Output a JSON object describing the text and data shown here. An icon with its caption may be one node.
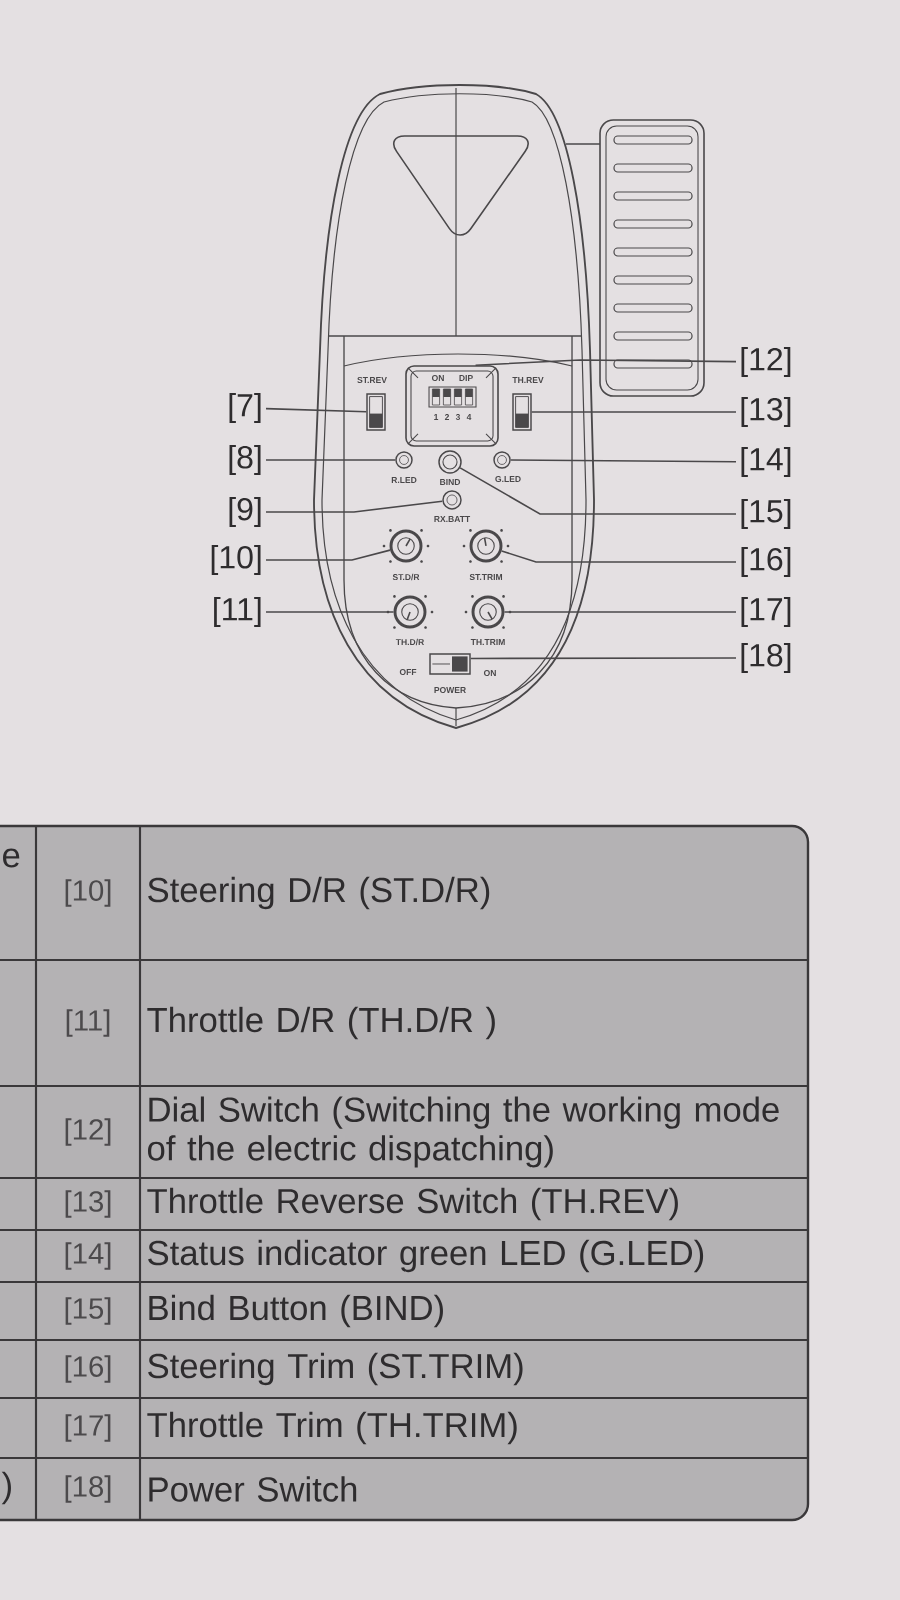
{
  "diagram": {
    "nodes": [
      {
        "text": [
          "[7]"
        ]
      },
      {
        "text": [
          "[8]"
        ]
      },
      {
        "text": [
          "[9]"
        ]
      },
      {
        "text": [
          "[10]"
        ]
      },
      {
        "text": [
          "[11]"
        ]
      },
      {
        "text": [
          "[12]"
        ]
      },
      {
        "text": [
          "[13]"
        ]
      },
      {
        "text": [
          "[14]"
        ]
      },
      {
        "text": [
          "[15]"
        ]
      },
      {
        "text": [
          "[16]"
        ]
      },
      {
        "text": [
          "[17]"
        ]
      },
      {
        "text": [
          "[18]"
        ]
      },
      {
        "text": [],
        "shape": "box",
        "beside": [
          "ST.REV"
        ]
      },
      {
        "text": [],
        "shape": "circle",
        "beside": [
          "R.LED"
        ]
      },
      {
        "text": [],
        "shape": "circle",
        "beside": [
          "RX.BATT"
        ]
      },
      {
        "text": [],
        "shape": "circle",
        "beside": [
          "ST.D/R"
        ]
      },
      {
        "text": [],
        "shape": "circle",
        "beside": [
          "TH.D/R"
        ]
      },
      {
        "text": [
          "ON",
          "DIP",
          "1 2 3 4"
        ]
      },
      {
        "text": [],
        "shape": "box",
        "beside": [
          "TH.REV"
        ]
      },
      {
        "text": [],
        "shape": "circle",
        "beside": [
          "G.LED"
        ]
      },
      {
        "text": [],
        "shape": "circle",
        "beside": [
          "BIND"
        ]
      },
      {
        "text": [],
        "shape": "circle",
        "beside": [
          "ST.TRIM"
        ]
      },
      {
        "text": [],
        "shape": "circle",
        "beside": [
          "TH.TRIM"
        ]
      },
      {
        "text": [],
        "shape": "box",
        "beside": [
          "OFF",
          "ON",
          "POWER"
        ]
      }
    ],
    "edges": [
      {
        "from": 0,
        "to": 12,
        "arrow": "none"
      },
      {
        "from": 1,
        "to": 13,
        "arrow": "none"
      },
      {
        "from": 2,
        "to": 14,
        "arrow": "none"
      },
      {
        "from": 3,
        "to": 15,
        "arrow": "none"
      },
      {
        "from": 4,
        "to": 16,
        "arrow": "none"
      },
      {
        "from": 5,
        "to": 17,
        "arrow": "none"
      },
      {
        "from": 6,
        "to": 18,
        "arrow": "none"
      },
      {
        "from": 7,
        "to": 19,
        "arrow": "none"
      },
      {
        "from": 8,
        "to": 20,
        "arrow": "none"
      },
      {
        "from": 9,
        "to": 21,
        "arrow": "none"
      },
      {
        "from": 10,
        "to": 22,
        "arrow": "none"
      },
      {
        "from": 11,
        "to": 23,
        "arrow": "none"
      }
    ],
    "labels": [
      "e",
      "[10]",
      "Steering D/R (ST.D/R)",
      "[11]",
      "Throttle D/R (TH.D/R )",
      "[12]",
      "Dial Switch (Switching the working mode of the electric dispatching)",
      "[13]",
      "Throttle Reverse Switch (TH.REV)",
      "[14]",
      "Status indicator green LED (G.LED)",
      "[15]",
      "Bind Button (BIND)",
      "[16]",
      "Steering Trim (ST.TRIM)",
      "[17]",
      "Throttle Trim (TH.TRIM)",
      ")",
      "[18]",
      "Power Switch"
    ]
  }
}
